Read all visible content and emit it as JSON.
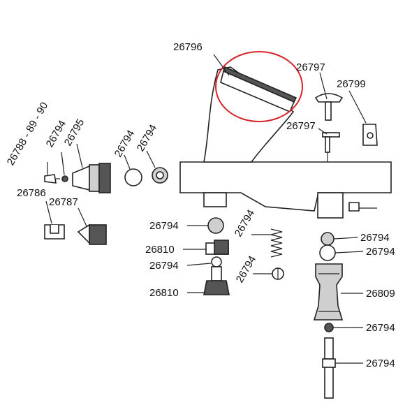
{
  "labels": {
    "p26796": "26796",
    "p26797_top": "26797",
    "p26799": "26799",
    "p26797_mid": "26797",
    "p26788": "26788 - 89 - 90",
    "p26794_a": "26794",
    "p26795": "26795",
    "p26794_b": "26794",
    "p26794_c": "26794",
    "p26786": "26786",
    "p26787": "26787",
    "p26794_d": "26794",
    "p26794_e": "26794",
    "p26810_a": "26810",
    "p26794_f": "26794",
    "p26794_g": "26794",
    "p26810_b": "26810",
    "p26794_h": "26794",
    "p26794_i": "26794",
    "p26809": "26809",
    "p26794_j": "26794",
    "p26794_k": "26794"
  },
  "colors": {
    "highlight": "#d9232a",
    "line": "#222222"
  }
}
